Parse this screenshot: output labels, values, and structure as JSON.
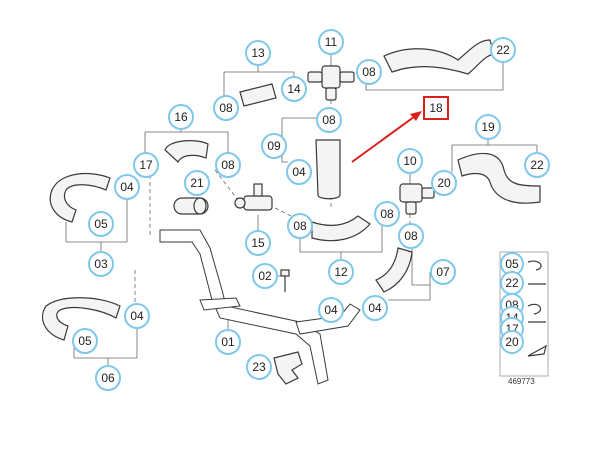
{
  "diagram": {
    "callouts": {
      "c13": "13",
      "c11": "11",
      "c22a": "22",
      "c08a": "08",
      "c14": "14",
      "c08b": "08",
      "c16": "16",
      "c08c": "08",
      "c09": "09",
      "c04a": "04",
      "c17": "17",
      "c08d": "08",
      "c19": "19",
      "c10": "10",
      "c20": "20",
      "c22b": "22",
      "c21": "21",
      "c04b": "04",
      "c05a": "05",
      "c03": "03",
      "c15": "15",
      "c08e": "08",
      "c08f": "08",
      "c08g": "08",
      "c12": "12",
      "c07": "07",
      "c02": "02",
      "c04c": "04",
      "c04d": "04",
      "c04e": "04",
      "c05b": "05",
      "c06": "06",
      "c01": "01",
      "c23": "23"
    },
    "highlighted_label": "18",
    "legend": {
      "items": [
        "05",
        "22",
        "08",
        "14",
        "17",
        "20"
      ],
      "reference_number": "469773"
    }
  }
}
